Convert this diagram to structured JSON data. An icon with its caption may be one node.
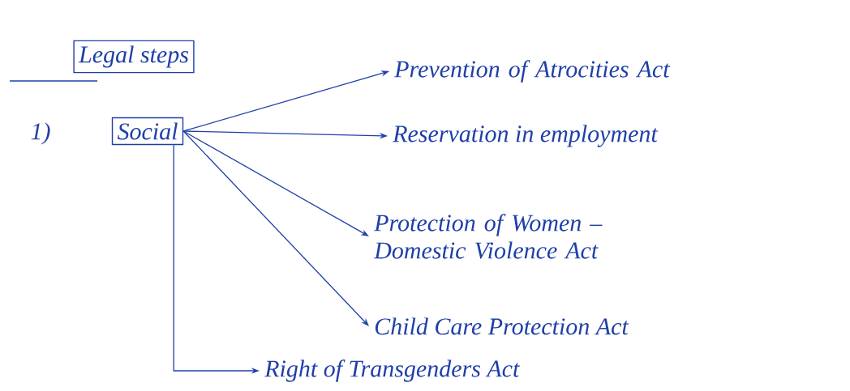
{
  "diagram": {
    "nodes": [
      {
        "text": [
          "Legal steps"
        ]
      },
      {
        "text": [
          "Social"
        ]
      },
      {
        "text": [
          "Prevention of Atrocities Act"
        ]
      },
      {
        "text": [
          "Reservation in employment"
        ]
      },
      {
        "text": [
          "Protection of Women – Domestic Violence Act"
        ]
      },
      {
        "text": [
          "Child Care Protection Act"
        ]
      },
      {
        "text": [
          "Right of Transgenders Act"
        ]
      }
    ],
    "edges": [
      {
        "from": 1,
        "to": 2,
        "arrow": "to"
      },
      {
        "from": 1,
        "to": 3,
        "arrow": "to"
      },
      {
        "from": 1,
        "to": 4,
        "arrow": "to"
      },
      {
        "from": 1,
        "to": 5,
        "arrow": "to"
      },
      {
        "from": 1,
        "to": 6,
        "arrow": "to"
      }
    ],
    "labels": [
      "1)"
    ]
  }
}
